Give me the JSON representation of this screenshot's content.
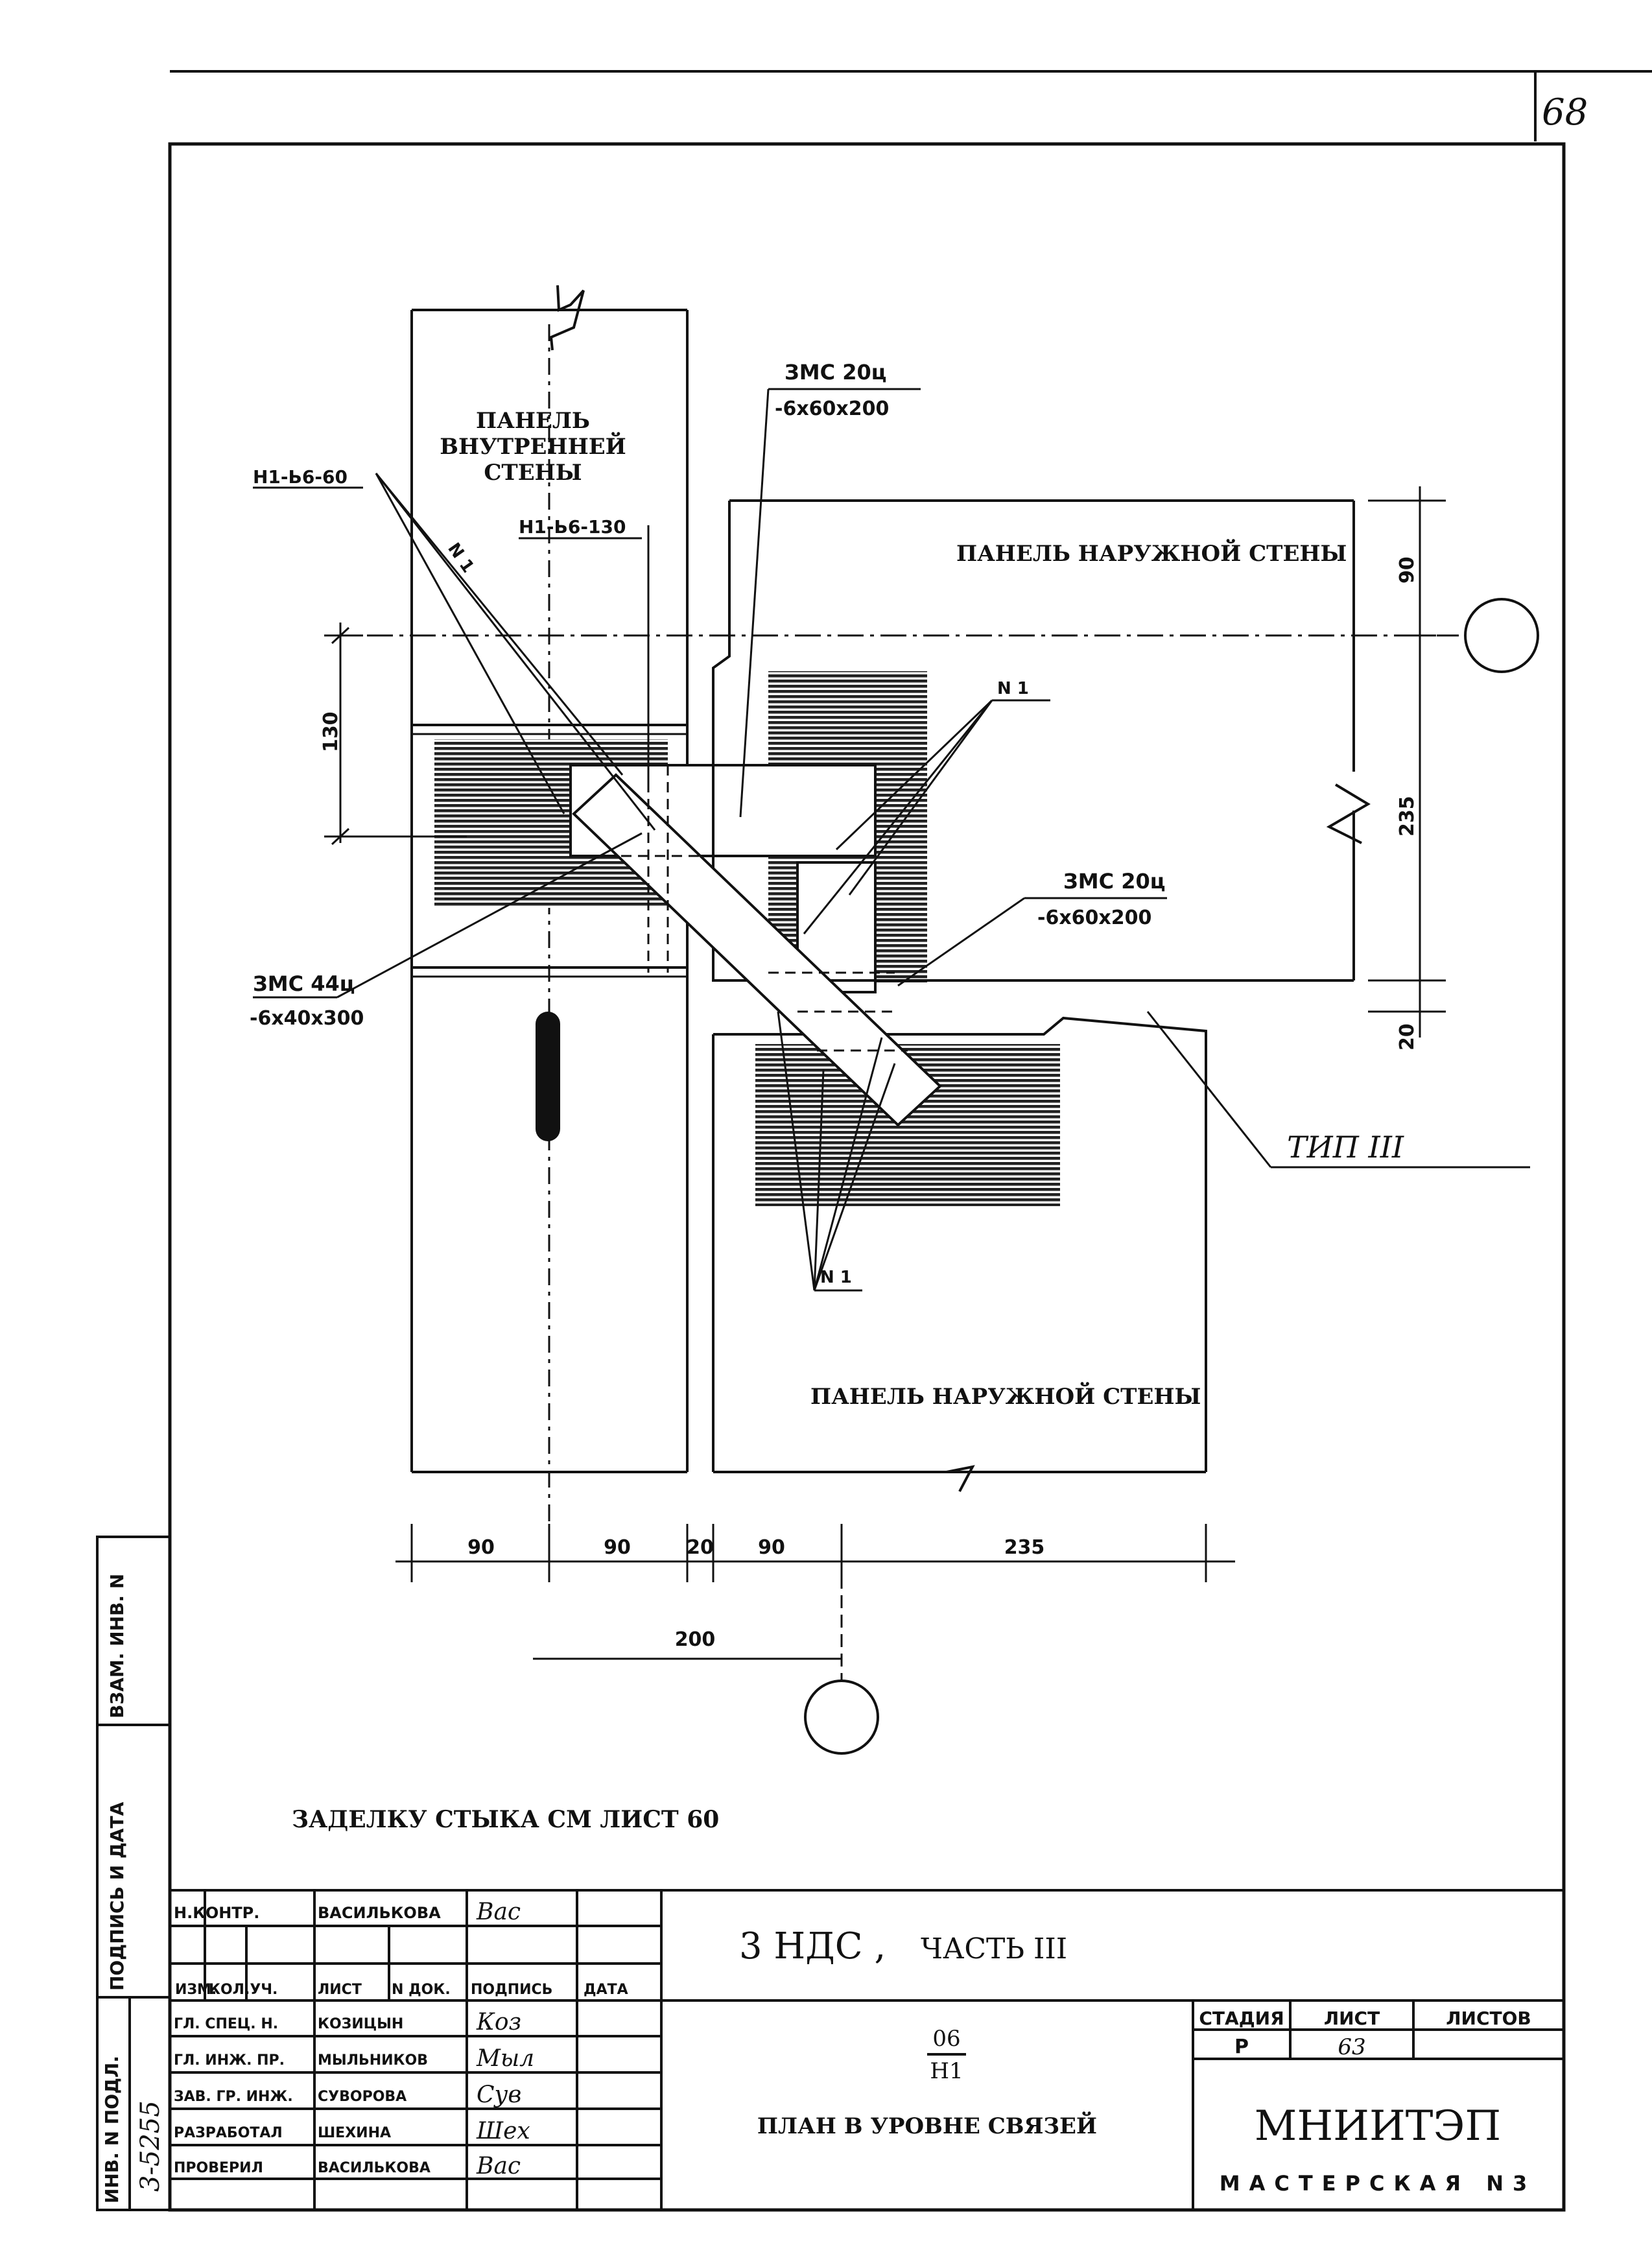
{
  "sheet_number_corner": "68",
  "drawing": {
    "inner_panel_label": [
      "ПАНЕЛЬ",
      "ВНУТРЕННЕЙ",
      "СТЕНЫ"
    ],
    "outer_panel_top_label": "ПАНЕЛЬ НАРУЖНОЙ СТЕНЫ",
    "outer_panel_bottom_label": "ПАНЕЛЬ НАРУЖНОЙ СТЕНЫ",
    "rebar_h1_60": "Н1-Ь6-60",
    "rebar_h1_130": "Н1-Ь6-130",
    "n1_label": "N 1",
    "zmc20_top_name": "ЗМС 20ц",
    "zmc20_top_size": "-6х60х200",
    "zmc20_right_name": "ЗМС 20ц",
    "zmc20_right_size": "-6х60х200",
    "zmc44_name": "ЗМС 44ц",
    "zmc44_size": "-6х40х300",
    "type_label": "ТИП III",
    "dim_left_130": "130",
    "dim_right_90": "90",
    "dim_right_235": "235",
    "dim_right_20": "20",
    "dim_bottom": [
      "90",
      "90",
      "20",
      "90",
      "235"
    ],
    "dim_200": "200",
    "note": "ЗАДЕЛКУ СТЫКА СМ ЛИСТ 60"
  },
  "side_stamp": [
    "ВЗАМ. ИНВ. N",
    "ПОДПИСЬ И ДАТА",
    "ИНВ. N ПОДЛ."
  ],
  "side_stamp_value": "3-5255",
  "title_block": {
    "project": "3 НДС ,",
    "part": "ЧАСТЬ III",
    "code_top": "06",
    "code_bottom": "Н1",
    "sheet_title": "ПЛАН В УРОВНЕ СВЯЗЕЙ",
    "stage_header": "СТАДИЯ",
    "sheet_header": "ЛИСТ",
    "sheets_header": "ЛИСТОВ",
    "stage": "Р",
    "sheet": "63",
    "sheets": "",
    "org": "МНИИТЭП",
    "workshop": "МАСТЕРСКАЯ N3",
    "col_headers": [
      "ИЗМ.",
      "КОЛ.УЧ.",
      "ЛИСТ",
      "N ДОК.",
      "ПОДПИСЬ",
      "ДАТА"
    ],
    "rows": [
      {
        "role": "Н.КОНТР.",
        "name": "ВАСИЛЬКОВА",
        "sign": "Вас"
      },
      {
        "role": "ГЛ. СПЕЦ. Н.",
        "name": "КОЗИЦЫН",
        "sign": "Коз"
      },
      {
        "role": "ГЛ. ИНЖ. ПР.",
        "name": "МЫЛЬНИКОВ",
        "sign": "Мыл"
      },
      {
        "role": "ЗАВ. ГР. ИНЖ.",
        "name": "СУВОРОВА",
        "sign": "Сув"
      },
      {
        "role": "РАЗРАБОТАЛ",
        "name": "ШЕХИНА",
        "sign": "Шех"
      },
      {
        "role": "ПРОВЕРИЛ",
        "name": "ВАСИЛЬКОВА",
        "sign": "Вас"
      }
    ]
  }
}
